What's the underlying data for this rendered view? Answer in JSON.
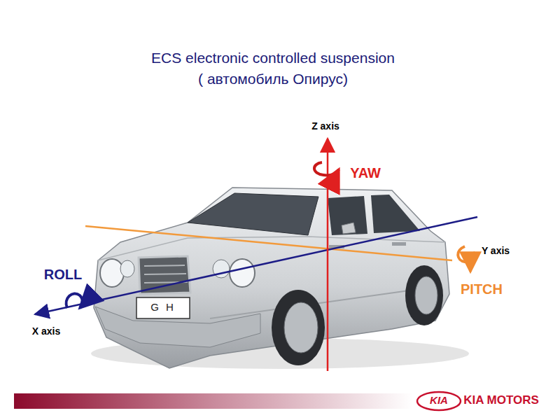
{
  "diagram": {
    "title": "ECS electronic controlled suspension ( автомобиль Опирус)",
    "labels": [
      "Z axis",
      "YAW",
      "Y axis",
      "PITCH",
      "ROLL",
      "X axis",
      "G H",
      "KIA",
      "KIA MOTORS"
    ]
  }
}
